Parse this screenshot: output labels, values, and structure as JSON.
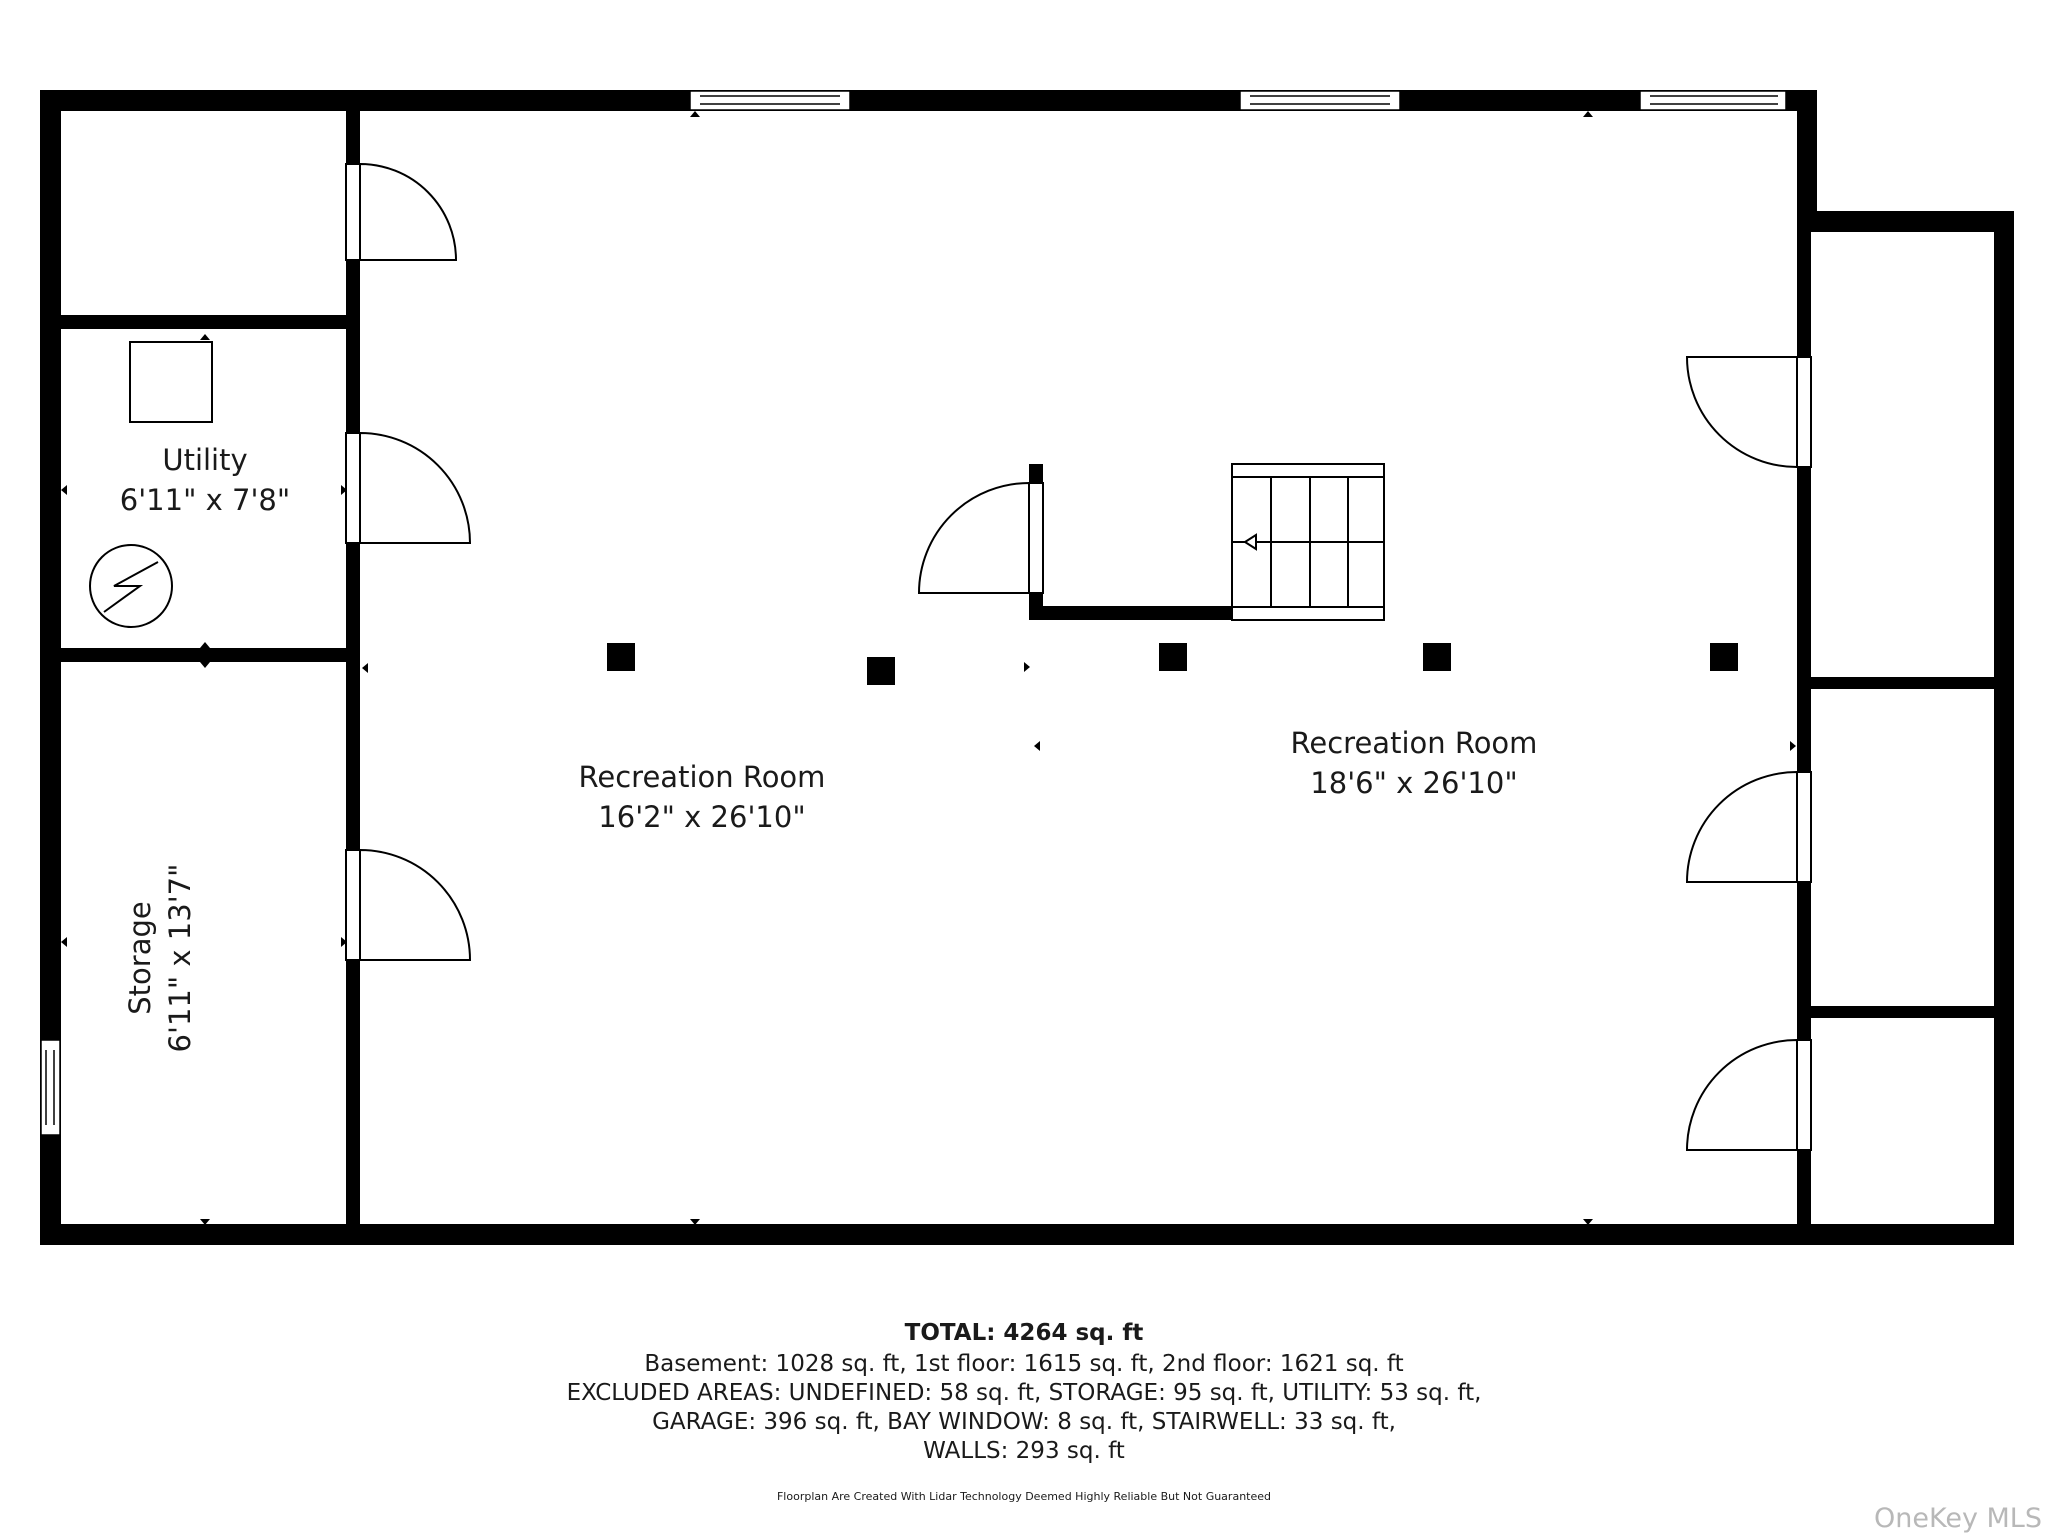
{
  "rooms": {
    "utility": {
      "name": "Utility",
      "dims": "6'11\" x 7'8\""
    },
    "storage": {
      "name": "Storage",
      "dims": "6'11\" x 13'7\""
    },
    "rec_left": {
      "name": "Recreation Room",
      "dims": "16'2\" x 26'10\""
    },
    "rec_right": {
      "name": "Recreation Room",
      "dims": "18'6\" x 26'10\""
    }
  },
  "summary": {
    "total": "TOTAL: 4264 sq. ft",
    "line1": "Basement: 1028 sq. ft, 1st floor: 1615 sq. ft, 2nd floor: 1621 sq. ft",
    "line2": "EXCLUDED AREAS: UNDEFINED: 58 sq. ft, STORAGE: 95 sq. ft, UTILITY: 53 sq. ft,",
    "line3": "GARAGE: 396 sq. ft, BAY WINDOW: 8 sq. ft, STAIRWELL: 33 sq. ft,",
    "line4": "WALLS: 293 sq. ft"
  },
  "disclaimer": "Floorplan Are Created With Lidar Technology Deemed Highly Reliable But Not Guaranteed",
  "watermark": "OneKey MLS",
  "colors": {
    "wall": "#000000",
    "background": "#ffffff",
    "text": "#1a1a1a",
    "watermark": "#b8b8b8"
  }
}
